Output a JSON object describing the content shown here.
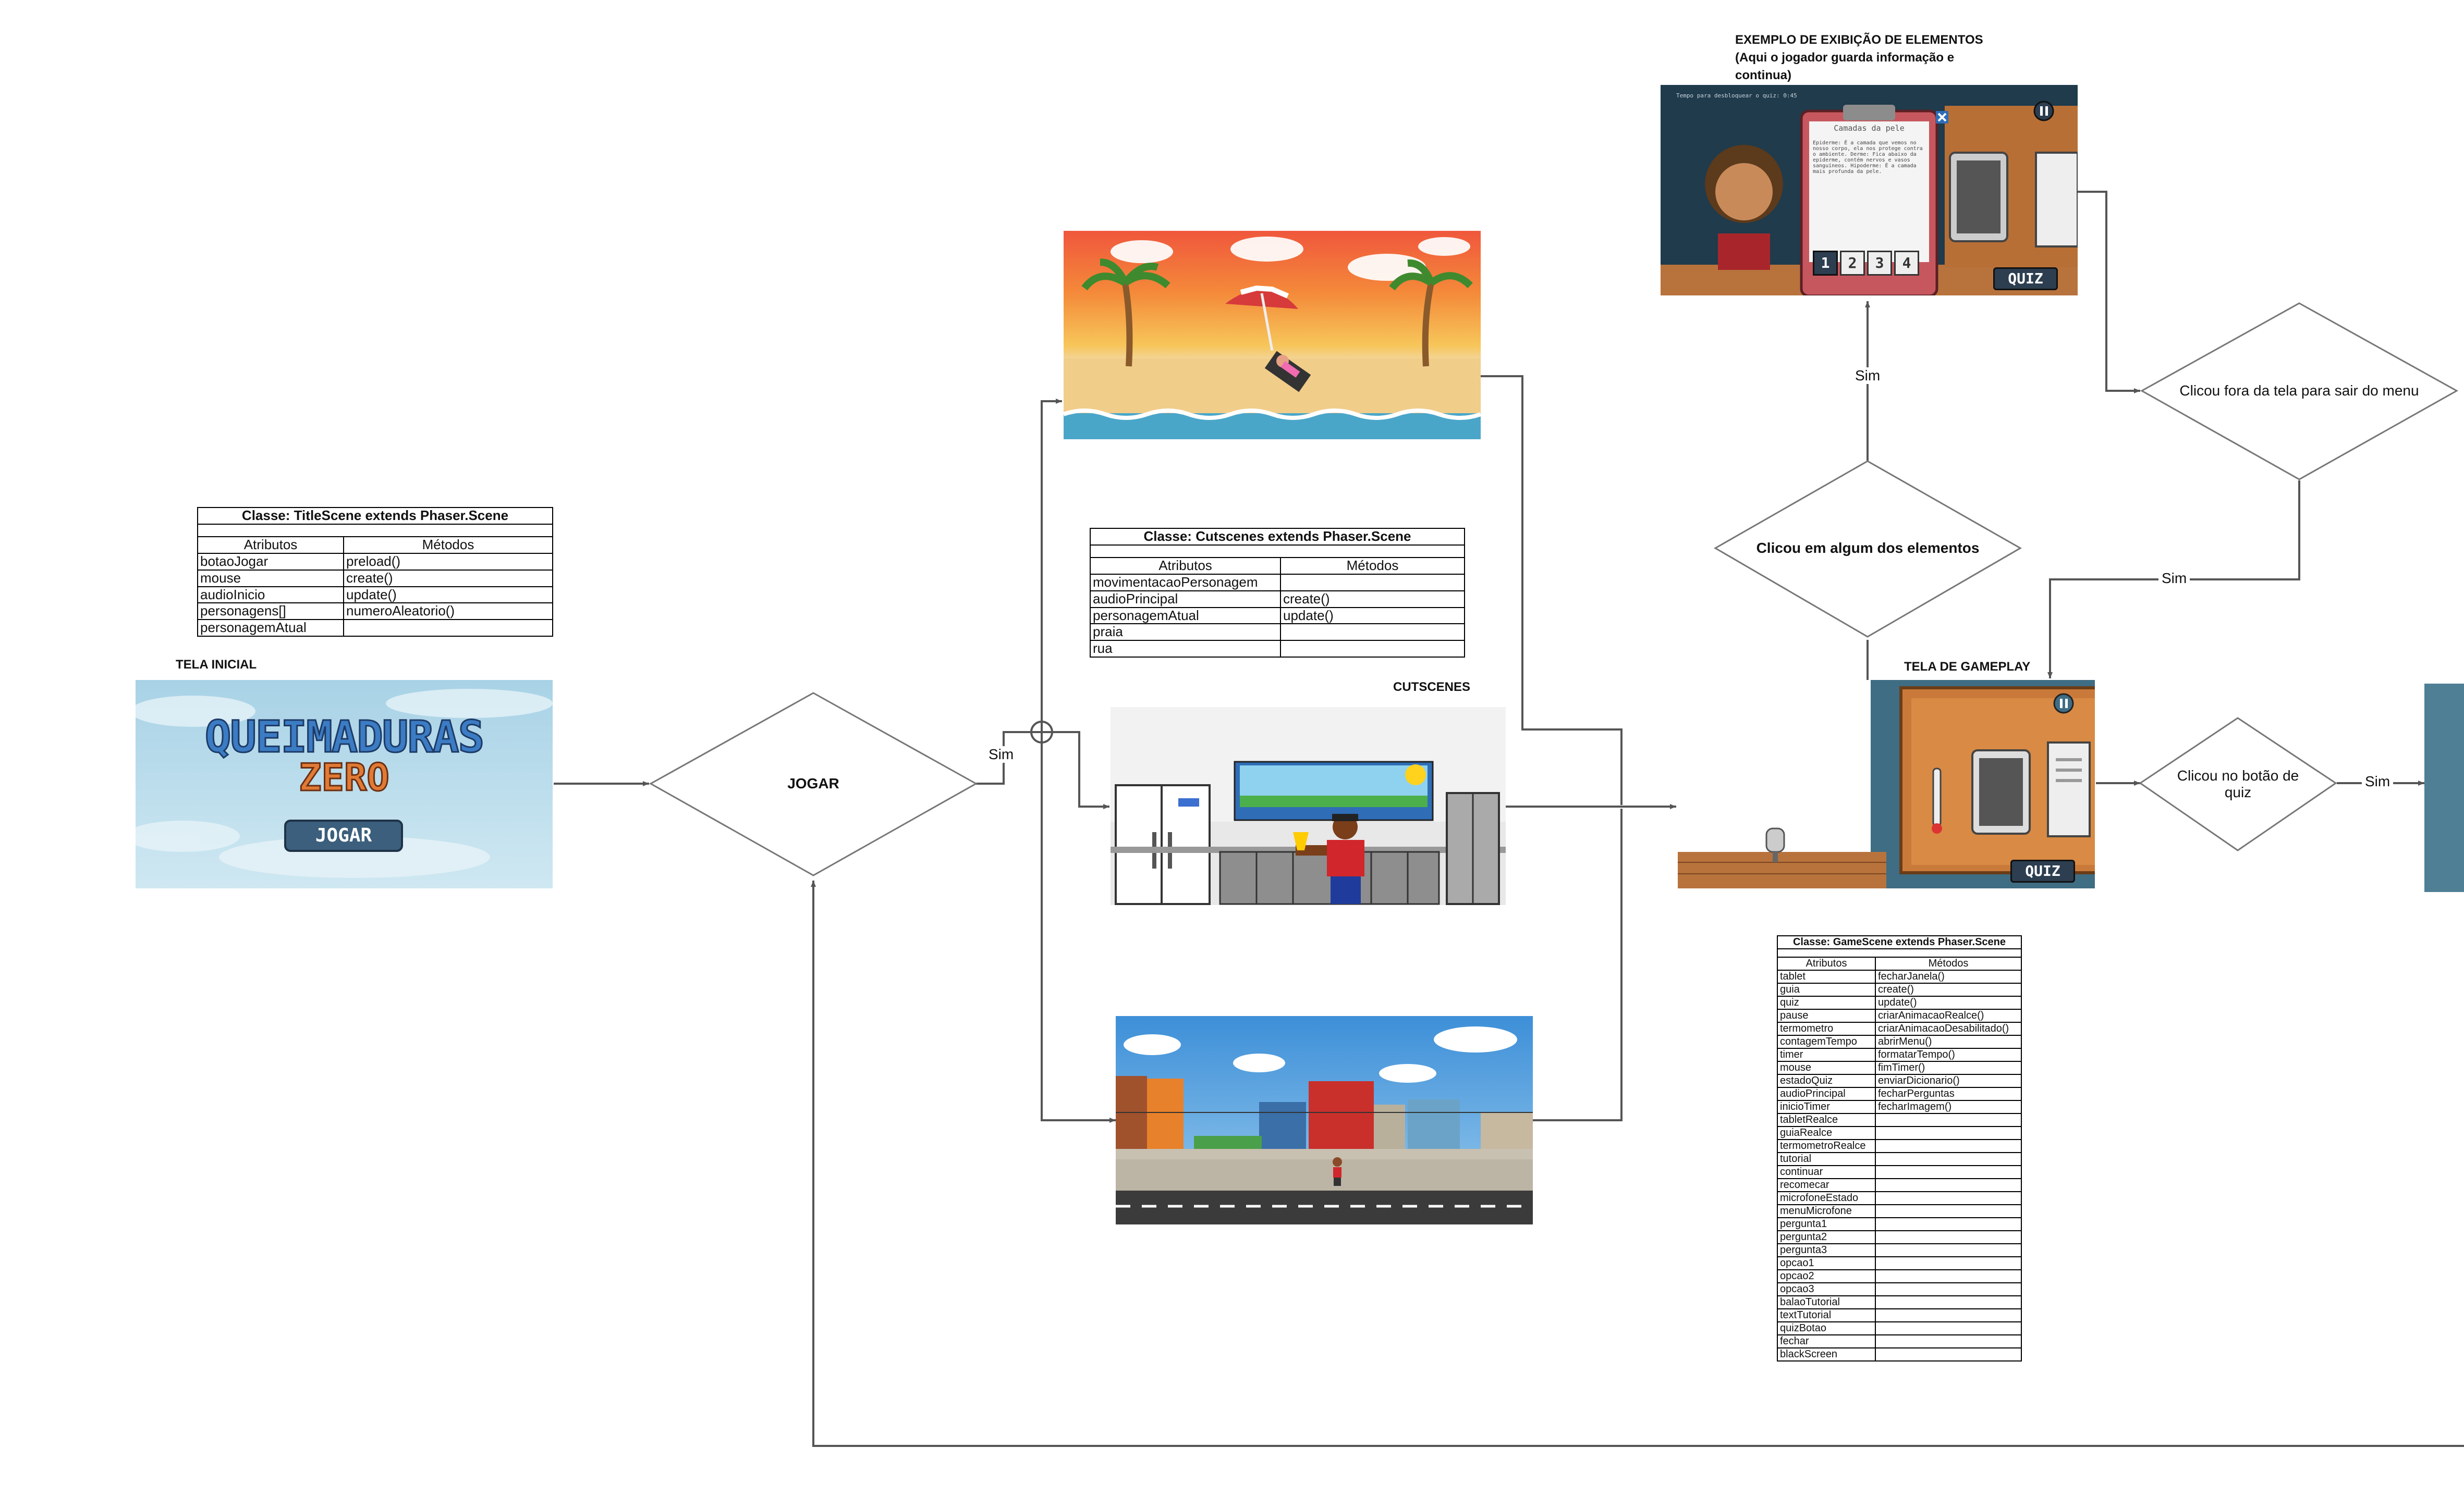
{
  "labels": {
    "tela_inicial": "TELA INICIAL",
    "cutscenes": "CUTSCENES",
    "tela_gameplay": "TELA DE GAMEPLAY",
    "exemplo": "EXEMPLO DE EXIBIÇÃO DE ELEMENTOS (Aqui o jogador guarda informação e continua)"
  },
  "decisions": {
    "jogar": "JOGAR",
    "clicou_elementos": "Clicou em algum dos elementos",
    "clicou_fora": "Clicou fora da tela para sair do menu",
    "clicou_quiz": "Clicou no botão de quiz"
  },
  "edges": {
    "sim1": "Sim",
    "sim2": "Sim",
    "sim3": "Sim",
    "sim4": "Sim"
  },
  "title_screen": {
    "line1": "QUEIMADURAS",
    "line2": "ZERO",
    "button": "JOGAR"
  },
  "gameplay_screen": {
    "quiz_button": "QUIZ"
  },
  "example_screen": {
    "timer": "Tempo para desbloquear o quiz: 0:45",
    "card_title": "Camadas da pele",
    "card_body": "Epiderme: É a camada que vemos no nosso corpo, ela nos protege contra o ambiente. Derme: Fica abaixo da epiderme, contém nervos e vasos sanguíneos. Hipoderme: É a camada mais profunda da pele.",
    "pages": [
      "1",
      "2",
      "3",
      "4"
    ],
    "quiz_button": "QUIZ"
  },
  "title_class": {
    "title": "Classe: TitleScene extends Phaser.Scene",
    "col_attr": "Atributos",
    "col_meth": "Métodos",
    "rows": [
      [
        "botaoJogar",
        "preload()"
      ],
      [
        "mouse",
        "create()"
      ],
      [
        "audioInicio",
        "update()"
      ],
      [
        "personagens[]",
        "numeroAleatorio()"
      ],
      [
        "personagemAtual",
        ""
      ]
    ]
  },
  "cutscene_class": {
    "title": "Classe: Cutscenes extends Phaser.Scene",
    "col_attr": "Atributos",
    "col_meth": "Métodos",
    "rows": [
      [
        "movimentacaoPersonagem",
        ""
      ],
      [
        "audioPrincipal",
        "create()"
      ],
      [
        "personagemAtual",
        "update()"
      ],
      [
        "praia",
        ""
      ],
      [
        "rua",
        ""
      ]
    ]
  },
  "game_class": {
    "title": "Classe: GameScene extends Phaser.Scene",
    "col_attr": "Atributos",
    "col_meth": "Métodos",
    "rows": [
      [
        "tablet",
        "fecharJanela()"
      ],
      [
        "guia",
        "create()"
      ],
      [
        "quiz",
        "update()"
      ],
      [
        "pause",
        "criarAnimacaoRealce()"
      ],
      [
        "termometro",
        "criarAnimacaoDesabilitado()"
      ],
      [
        "contagemTempo",
        "abrirMenu()"
      ],
      [
        "timer",
        "formatarTempo()"
      ],
      [
        "mouse",
        "fimTimer()"
      ],
      [
        "estadoQuiz",
        "enviarDicionario()"
      ],
      [
        "audioPrincipal",
        "fecharPerguntas"
      ],
      [
        "inicioTimer",
        "fecharImagem()"
      ],
      [
        "tabletRealce",
        ""
      ],
      [
        "guiaRealce",
        ""
      ],
      [
        "termometroRealce",
        ""
      ],
      [
        "tutorial",
        ""
      ],
      [
        "continuar",
        ""
      ],
      [
        "recomecar",
        ""
      ],
      [
        "microfoneEstado",
        ""
      ],
      [
        "menuMicrofone",
        ""
      ],
      [
        "pergunta1",
        ""
      ],
      [
        "pergunta2",
        ""
      ],
      [
        "pergunta3",
        ""
      ],
      [
        "opcao1",
        ""
      ],
      [
        "opcao2",
        ""
      ],
      [
        "opcao3",
        ""
      ],
      [
        "balaoTutorial",
        ""
      ],
      [
        "textTutorial",
        ""
      ],
      [
        "quizBotao",
        ""
      ],
      [
        "fechar",
        ""
      ],
      [
        "blackScreen",
        ""
      ]
    ]
  }
}
